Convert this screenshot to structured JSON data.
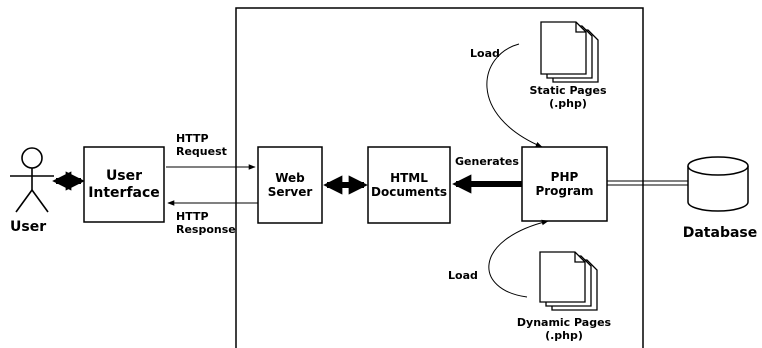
{
  "user": {
    "label": "User"
  },
  "user_interface": {
    "line1": "User",
    "line2": "Interface"
  },
  "http_request": {
    "line1": "HTTP",
    "line2": "Request"
  },
  "http_response": {
    "line1": "HTTP",
    "line2": "Response"
  },
  "web_server": {
    "line1": "Web",
    "line2": "Server"
  },
  "html_documents": {
    "line1": "HTML",
    "line2": "Documents"
  },
  "generates": {
    "label": "Generates"
  },
  "php_program": {
    "line1": "PHP",
    "line2": "Program"
  },
  "static_pages": {
    "line1": "Static Pages",
    "line2": "(.php)",
    "load_label": "Load"
  },
  "dynamic_pages": {
    "line1": "Dynamic Pages",
    "line2": "(.php)",
    "load_label": "Load"
  },
  "database": {
    "label": "Database"
  }
}
